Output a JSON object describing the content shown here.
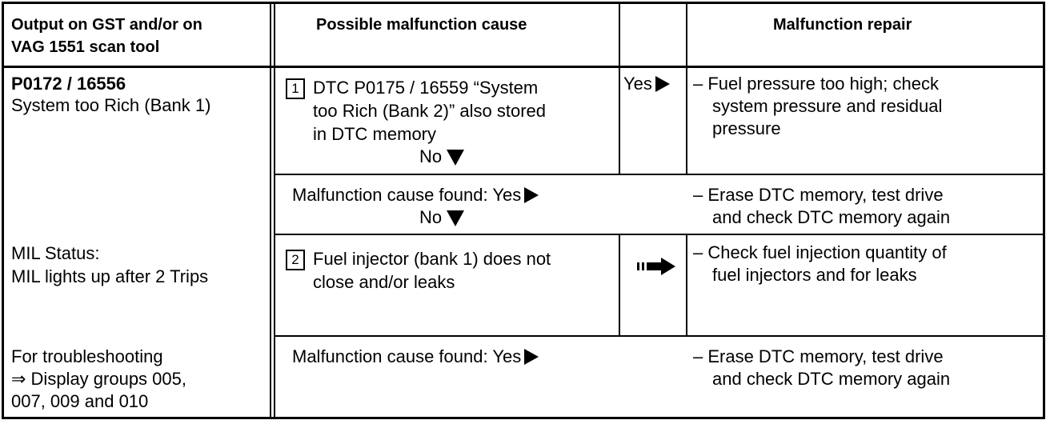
{
  "headers": {
    "col1": [
      "Output on GST and/or on",
      "VAG 1551 scan tool"
    ],
    "col2": "Possible malfunction cause",
    "col4": "Malfunction repair"
  },
  "output": {
    "code": "P0172 / 16556",
    "desc": "System too Rich (Bank 1)",
    "mil_title": "MIL Status:",
    "mil_text": "MIL lights up after 2 Trips",
    "ts_line1": "For troubleshooting",
    "ts_line2": "⇒ Display groups 005,",
    "ts_line3": "007, 009 and 010"
  },
  "steps": {
    "s1_num": "1",
    "s1_lines": [
      "DTC P0175 / 16559 “System",
      "too Rich (Bank 2)” also stored",
      "in DTC memory"
    ],
    "s1_no": "No",
    "s1_yes": "Yes",
    "r1_lines": [
      "– Fuel pressure too high; check",
      "system pressure and residual",
      "pressure"
    ],
    "found1": "Malfunction cause found:  Yes",
    "found1_no": "No",
    "r_found1_lines": [
      "– Erase DTC memory, test drive",
      "and check DTC memory again"
    ],
    "s2_num": "2",
    "s2_lines": [
      "Fuel injector (bank 1) does not",
      "close and/or leaks"
    ],
    "r2_lines": [
      "– Check fuel injection quantity of",
      "fuel injectors and for leaks"
    ],
    "found2": "Malfunction cause found:  Yes",
    "r_found2_lines": [
      "– Erase DTC memory, test drive",
      "and check DTC memory again"
    ]
  }
}
